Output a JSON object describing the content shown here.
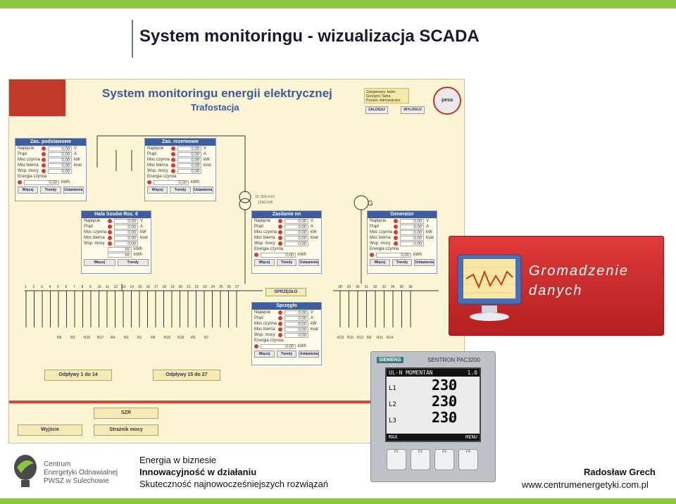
{
  "slide_title": "System monitoringu - wizualizacja SCADA",
  "scada": {
    "title": "System monitoringu energii elektrycznej",
    "subtitle": "Trafostacja",
    "login_lines": [
      "Zalogowany: tadra",
      "Grzegorz Tadra",
      "Poziom: Administrator"
    ],
    "buttons": {
      "login": "ZALOGUJ",
      "logout": "WYLOGUJ"
    },
    "logo_text": "pesa",
    "transformer": [
      "15,75/0,4 kV",
      "1250 kVA"
    ],
    "generator_symbol": "G",
    "panels": {
      "zas_podstawowe": "Zas. podstawowe",
      "zas_rezerwowe": "Zas. rezerwowe",
      "hala": "Hala Sosów Roz. 6",
      "zasilanie": "Zasilanie nn",
      "generator": "Generator",
      "sprzeglo": "Sprzęgło"
    },
    "rows": [
      {
        "label": "Napięcie",
        "value": "0.00",
        "unit": "V"
      },
      {
        "label": "Prąd",
        "value": "0.00",
        "unit": "A"
      },
      {
        "label": "Moc czynna",
        "value": "0.00",
        "unit": "kW"
      },
      {
        "label": "Moc bierna",
        "value": "0.00",
        "unit": "kvar"
      },
      {
        "label": "Wsp. mocy",
        "value": "0.00",
        "unit": ""
      }
    ],
    "energy_label": "Energia czynna",
    "energy_value": "0.00",
    "energy_unit": "kWh",
    "panel_buttons": [
      "Więcej",
      "Trendy",
      "Ustawienia"
    ],
    "hala_buttons": [
      "Więcej",
      "Trendy"
    ],
    "hala_extra": [
      {
        "value": "##",
        "unit": "kWh"
      },
      {
        "value": "##",
        "unit": "kWh"
      }
    ],
    "coupler": "SPRZĘGŁO",
    "bus_numbers_left": [
      "1",
      "2",
      "3",
      "4",
      "5",
      "6",
      "7",
      "8",
      "9",
      "10",
      "11",
      "12",
      "13",
      "14",
      "15",
      "16",
      "17",
      "18",
      "19",
      "20",
      "21",
      "22",
      "23",
      "24",
      "25",
      "26",
      "27"
    ],
    "bus_numbers_right": [
      "28",
      "29",
      "30",
      "31",
      "32",
      "33",
      "34",
      "35",
      "36"
    ],
    "feeder_labels_left": [
      "R6",
      "R3",
      "R16",
      "R17",
      "R4",
      "R2",
      "R1",
      "R8",
      "R15",
      "R18",
      "R5",
      "R7"
    ],
    "feeder_labels_right": [
      "R13",
      "R10",
      "R12",
      "R9",
      "R11",
      "R14"
    ],
    "odplywy": [
      "Odpływy 1 do 14",
      "Odpływy 15 do 27"
    ],
    "szr": "SZR",
    "straznik": "Strażnik mocy",
    "wyjscie": "Wyjście"
  },
  "card": {
    "line1": "Gromadzenie",
    "line2": "danych"
  },
  "meter": {
    "brand": "SIEMENS",
    "model": "SENTRON PAC3200",
    "header": "UL-N MOMENTAN",
    "header_val": "1.0",
    "lines": [
      {
        "l": "L1",
        "v": "230",
        "u": "V"
      },
      {
        "l": "L2",
        "v": "230",
        "u": "V"
      },
      {
        "l": "L3",
        "v": "230",
        "u": "V"
      }
    ],
    "footer": [
      "MAX",
      "MENU"
    ],
    "keys": [
      "F1",
      "F2",
      "F3",
      "F4"
    ]
  },
  "logo": {
    "line1": "Centrum",
    "line2": "Energetyki Odnawialnej",
    "line3": "PWSZ w Sulechowie"
  },
  "footer": {
    "line1": "Energia w biznesie",
    "line2": "Innowacyjność w działaniu",
    "line3": "Skuteczność najnowocześniejszych rozwiązań",
    "author": "Radosław Grech",
    "site": "www.centrumenergetyki.com.pl"
  },
  "colors": {
    "accent_green": "#8dc63f",
    "scada_bg": "#fbf5d6",
    "panel_header": "#3d5da0",
    "card_red": "#c0392b"
  }
}
